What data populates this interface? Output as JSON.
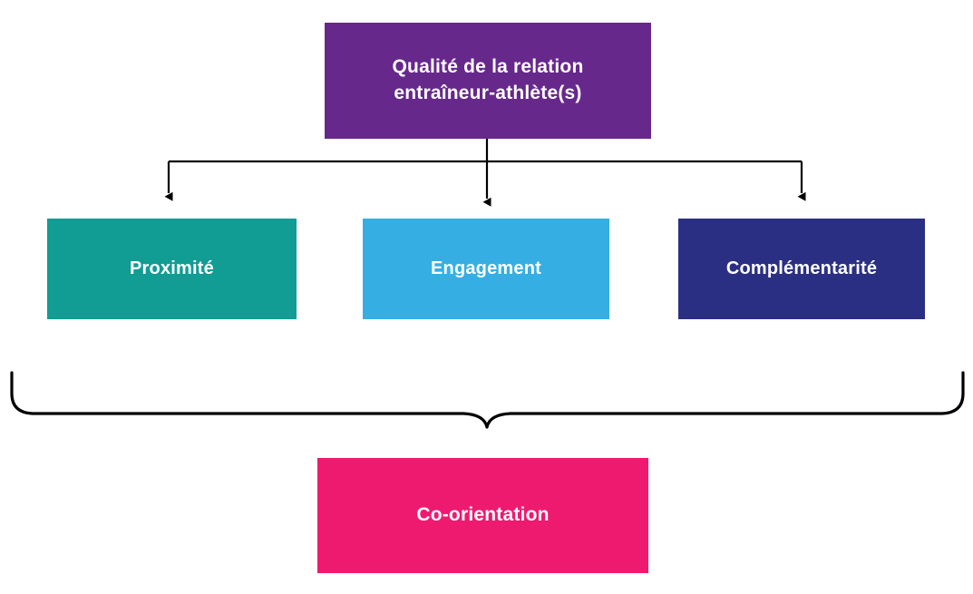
{
  "diagram": {
    "title_text": "Qualité de la relation entraîneur-athlète(s)",
    "root": {
      "label": "Qualité de la relation\nentraîneur-athlète(s)",
      "color": "#67288C",
      "text_color": "#FFFFFF"
    },
    "branches": [
      {
        "label": "Proximité",
        "color": "#119C94",
        "text_color": "#FFFFFF"
      },
      {
        "label": "Engagement",
        "color": "#35AFE3",
        "text_color": "#FFFFFF"
      },
      {
        "label": "Complémentarité",
        "color": "#2B2F83",
        "text_color": "#FFFFFF"
      }
    ],
    "outcome": {
      "label": "Co-orientation",
      "color": "#EE1A70",
      "text_color": "#FFFFFF"
    },
    "connectors": {
      "line_color": "#000000",
      "arrow_count": 3,
      "brace_orientation": "down"
    },
    "background_color": "#FFFFFF"
  }
}
